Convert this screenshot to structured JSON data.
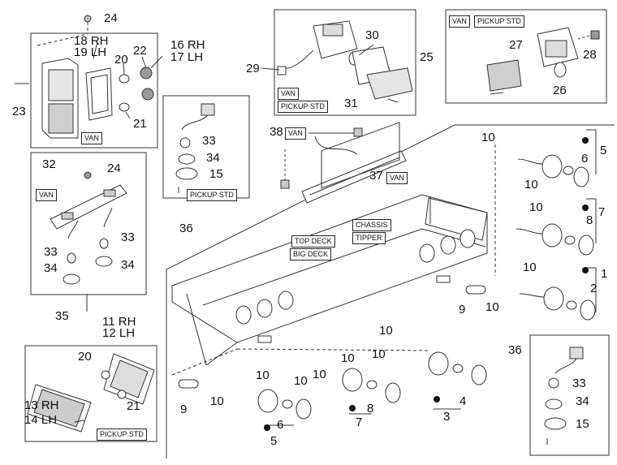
{
  "tags": {
    "van_top_left": "VAN",
    "van_mid_left": "VAN",
    "pickup_std_bottom_left": "PICKUP STD",
    "van_box29": "VAN",
    "pickup_std_box29": "PICKUP STD",
    "van_box25": "VAN",
    "pickup_std_box25": "PICKUP STD",
    "pickup_std_box36": "PICKUP STD",
    "van_38": "VAN",
    "van_37": "VAN",
    "chassis": "CHASSIS",
    "tipper": "TIPPER",
    "top_deck": "TOP DECK",
    "big_deck": "BIG DECK"
  },
  "callouts": {
    "c24a": "24",
    "c18": "18 RH",
    "c19": "19 LH",
    "c16": "16 RH",
    "c17": "17 LH",
    "c20a": "20",
    "c22": "22",
    "c23": "23",
    "c21a": "21",
    "c29": "29",
    "c30": "30",
    "c31": "31",
    "c25": "25",
    "c27": "27",
    "c28": "28",
    "c26": "26",
    "c33a": "33",
    "c34a": "34",
    "c15a": "15",
    "c36a": "36",
    "c38": "38",
    "c37": "37",
    "c32": "32",
    "c24b": "24",
    "c33b": "33",
    "c33c": "33",
    "c34b": "34",
    "c34c": "34",
    "c35": "35",
    "c11": "11 RH",
    "c12": "12 LH",
    "c20b": "20",
    "c21b": "21",
    "c13": "13 RH",
    "c14": "14 LH",
    "c10a": "10",
    "c10b": "10",
    "c10c": "10",
    "c10d": "10",
    "c10e": "10",
    "c10f": "10",
    "c10g": "10",
    "c10h": "10",
    "c10i": "10",
    "c10j": "10",
    "c10k": "10",
    "c10l": "10",
    "c6a": "6",
    "c5a": "5",
    "c8a": "8",
    "c7a": "7",
    "c1": "1",
    "c2": "2",
    "c9a": "9",
    "c9b": "9",
    "c4": "4",
    "c3": "3",
    "c8b": "8",
    "c7b": "7",
    "c6b": "6",
    "c5b": "5",
    "c36b": "36",
    "c33d": "33",
    "c34d": "34",
    "c15b": "15"
  },
  "colors": {
    "ink": "#111111",
    "line": "#333333",
    "fill": "#ffffff",
    "shade": "#cfcfcf",
    "dark": "#555555"
  }
}
